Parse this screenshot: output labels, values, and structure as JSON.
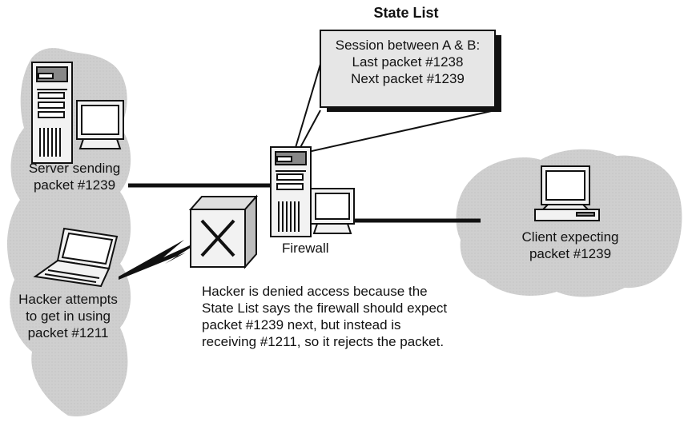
{
  "state_list": {
    "title": "State List",
    "lines": [
      "Session between A & B:",
      "Last packet #1238",
      "Next packet #1239"
    ]
  },
  "server": {
    "label_lines": [
      "Server sending",
      "packet #1239"
    ]
  },
  "firewall": {
    "label": "Firewall"
  },
  "client": {
    "label_lines": [
      "Client expecting",
      "packet #1239"
    ]
  },
  "hacker": {
    "label_lines": [
      "Hacker attempts",
      "to get in using",
      "packet #1211"
    ]
  },
  "explanation": {
    "lines": [
      "Hacker is denied access because the",
      "State List says the firewall should expect",
      "packet #1239 next, but instead is",
      "receiving #1211, so it rejects the packet."
    ]
  },
  "colors": {
    "cloud": "#cfcfcf",
    "box_fill": "#e6e6e6",
    "line": "#111111"
  }
}
